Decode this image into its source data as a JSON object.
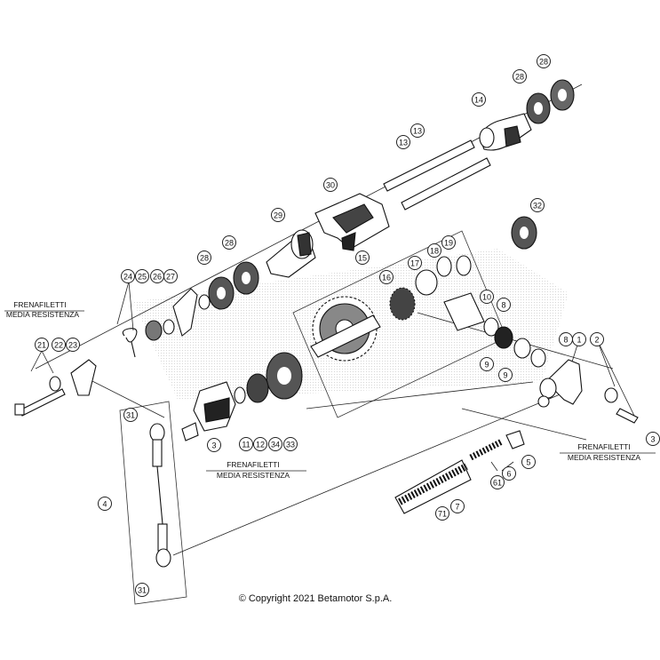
{
  "copyright": "© Copyright 2021 Betamotor S.p.A.",
  "notes": [
    {
      "id": "note-left",
      "line1": "FRENAFILETTI",
      "line2": "MEDIA RESISTENZA"
    },
    {
      "id": "note-center",
      "line1": "FRENAFILETTI",
      "line2": "MEDIA RESISTENZA"
    },
    {
      "id": "note-right",
      "line1": "FRENAFILETTI",
      "line2": "MEDIA RESISTENZA"
    }
  ],
  "callouts": [
    "28",
    "28",
    "14",
    "13",
    "13",
    "30",
    "32",
    "29",
    "28",
    "15",
    "19",
    "18",
    "17",
    "16",
    "24",
    "25",
    "26",
    "27",
    "28",
    "10",
    "8",
    "8",
    "1",
    "2",
    "21",
    "22",
    "23",
    "9",
    "9",
    "3",
    "11",
    "12",
    "34",
    "33",
    "31",
    "3",
    "5",
    "6",
    "61",
    "7",
    "71",
    "4",
    "31",
    "3"
  ]
}
